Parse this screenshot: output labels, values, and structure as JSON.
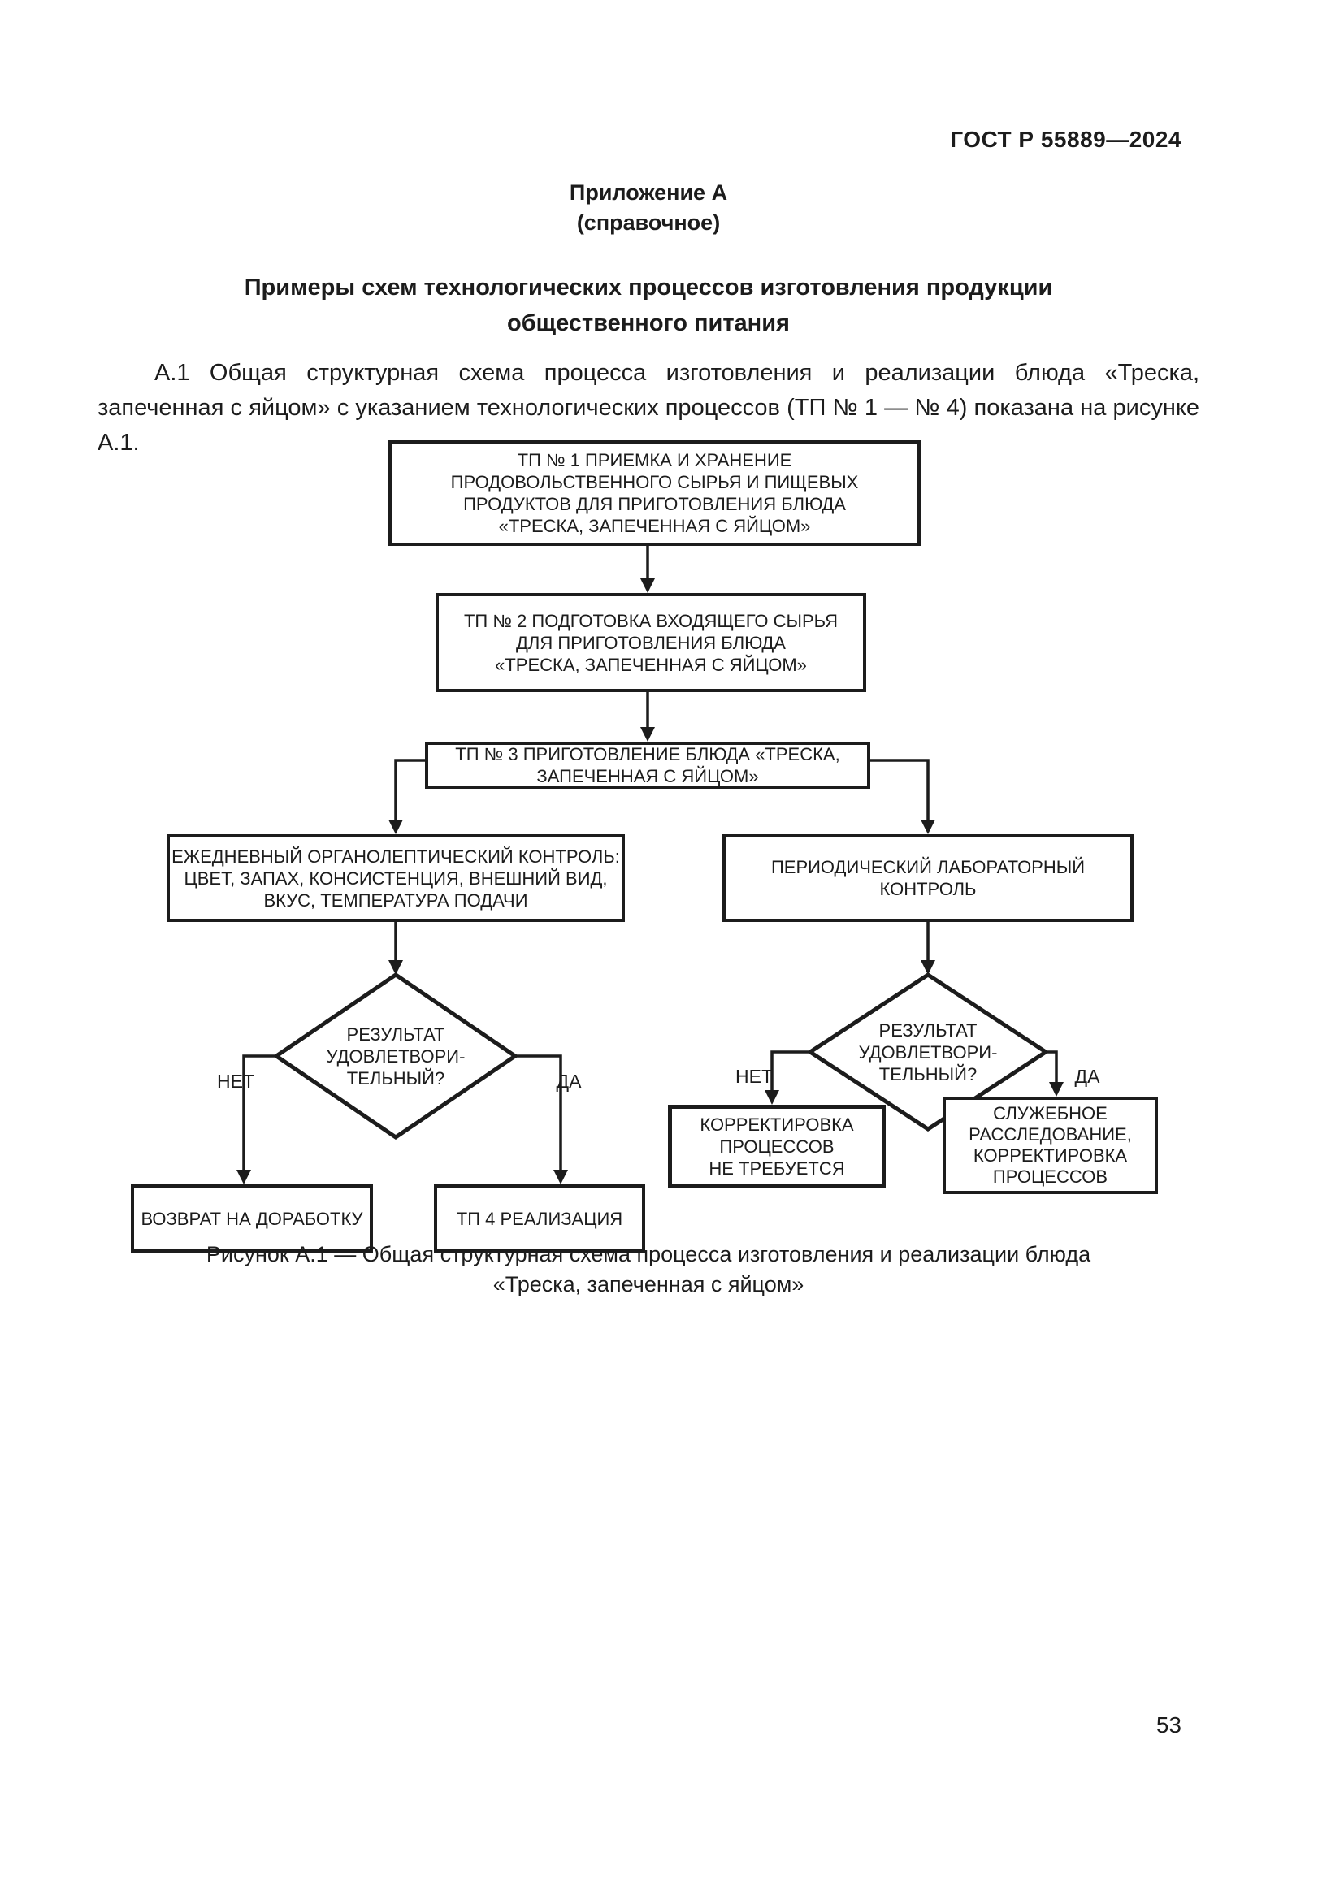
{
  "page": {
    "header": "ГОСТ Р 55889—2024",
    "page_number": "53"
  },
  "annex": {
    "label": "Приложение А",
    "type": "(справочное)"
  },
  "title": {
    "line1": "Примеры схем технологических процессов изготовления продукции",
    "line2": "общественного питания"
  },
  "intro": {
    "text": "А.1 Общая структурная схема процесса изготовления и реализации блюда «Треска, запеченная с яйцом» с указанием технологических процессов (ТП № 1 — № 4) показана на рисунке А.1."
  },
  "flowchart": {
    "tp1": {
      "lines": [
        "ТП № 1 ПРИЕМКА И ХРАНЕНИЕ",
        "ПРОДОВОЛЬСТВЕННОГО  СЫРЬЯ И ПИЩЕВЫХ",
        "ПРОДУКТОВ ДЛЯ ПРИГОТОВЛЕНИЯ  БЛЮДА",
        "«ТРЕСКА, ЗАПЕЧЕННАЯ С ЯЙЦОМ»"
      ]
    },
    "tp2": {
      "lines": [
        "ТП № 2 ПОДГОТОВКА ВХОДЯЩЕГО СЫРЬЯ",
        "ДЛЯ ПРИГОТОВЛЕНИЯ БЛЮДА",
        "«ТРЕСКА, ЗАПЕЧЕННАЯ С ЯЙЦОМ»"
      ]
    },
    "tp3": {
      "lines": [
        "ТП № 3 ПРИГОТОВЛЕНИЕ БЛЮДА «ТРЕСКА,",
        "ЗАПЕЧЕННАЯ С ЯЙЦОМ»"
      ]
    },
    "daily_control": {
      "lines": [
        "ЕЖЕДНЕВНЫЙ ОРГАНОЛЕПТИЧЕСКИЙ КОНТРОЛЬ:",
        "ЦВЕТ, ЗАПАХ, КОНСИСТЕНЦИЯ, ВНЕШНИЙ ВИД,",
        "ВКУС, ТЕМПЕРАТУРА ПОДАЧИ"
      ]
    },
    "lab_control": {
      "lines": [
        "ПЕРИОДИЧЕСКИЙ ЛАБОРАТОРНЫЙ",
        "КОНТРОЛЬ"
      ]
    },
    "decision_left": {
      "lines": [
        "РЕЗУЛЬТАТ",
        "УДОВЛЕТВОРИ-",
        "ТЕЛЬНЫЙ?"
      ]
    },
    "decision_right": {
      "lines": [
        "РЕЗУЛЬТАТ",
        "УДОВЛЕТВОРИ-",
        "ТЕЛЬНЫЙ?"
      ]
    },
    "labels": {
      "no_left": "НЕТ",
      "yes_left": "ДА",
      "no_right": "НЕТ",
      "yes_right": "ДА"
    },
    "rework": {
      "lines": [
        "ВОЗВРАТ НА ДОРАБОТКУ"
      ]
    },
    "tp4": {
      "lines": [
        "ТП 4 РЕАЛИЗАЦИЯ"
      ]
    },
    "no_correction": {
      "lines": [
        "КОРРЕКТИРОВКА",
        "ПРОЦЕССОВ",
        "НЕ ТРЕБУЕТСЯ"
      ]
    },
    "investigation": {
      "lines": [
        "СЛУЖЕБНОЕ",
        "РАССЛЕДОВАНИЕ,",
        "КОРРЕКТИРОВКА",
        "ПРОЦЕССОВ"
      ]
    }
  },
  "caption": {
    "line1": "Рисунок А.1 — Общая структурная схема процесса изготовления и реализации блюда",
    "line2": "«Треска, запеченная с яйцом»"
  },
  "colors": {
    "ink": "#1c1c1c"
  }
}
